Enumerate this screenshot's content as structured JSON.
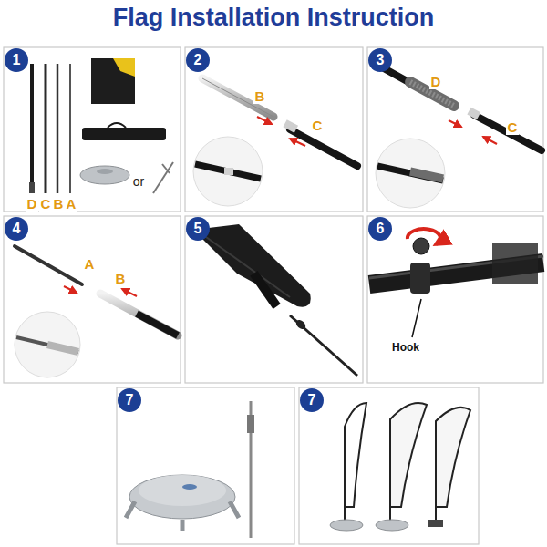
{
  "diagram": {
    "title": "Flag Installation Instruction",
    "nodes": [
      {
        "text": [
          "1"
        ]
      },
      {
        "text": [
          "2"
        ]
      },
      {
        "text": [
          "3"
        ]
      },
      {
        "text": [
          "4"
        ]
      },
      {
        "text": [
          "5"
        ]
      },
      {
        "text": [
          "6"
        ]
      },
      {
        "text": [
          "7"
        ]
      },
      {
        "text": [
          "7"
        ]
      }
    ],
    "labels": [
      "D",
      "C",
      "B",
      "A",
      "or",
      "B",
      "C",
      "D",
      "C",
      "A",
      "B",
      "Hook"
    ]
  }
}
